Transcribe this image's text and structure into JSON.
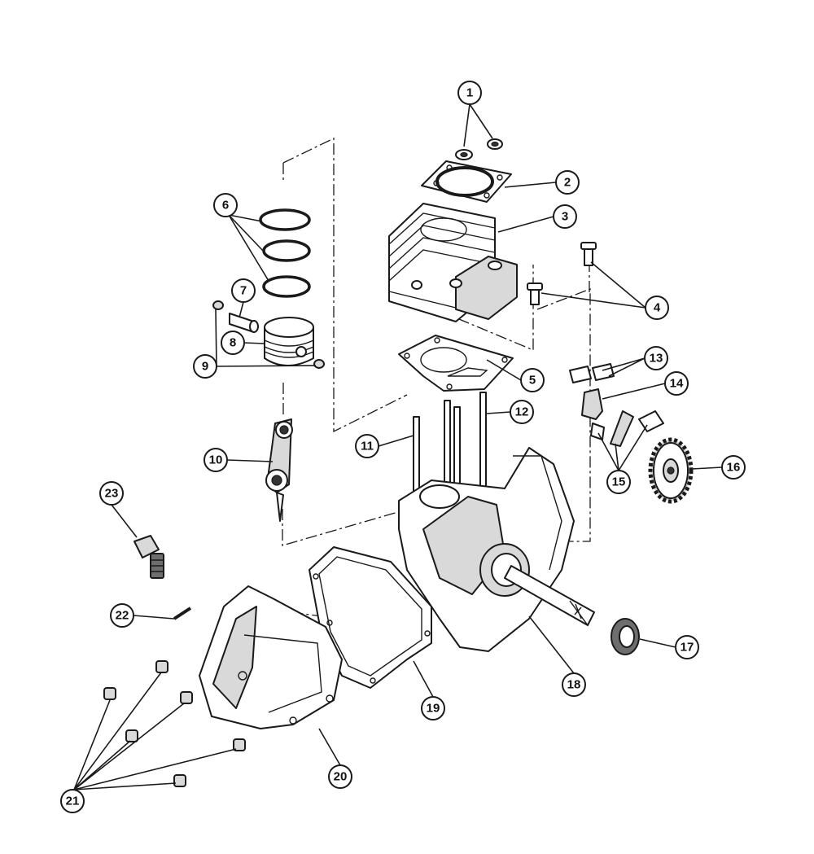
{
  "callouts": [
    {
      "id": "c1",
      "label": "1"
    },
    {
      "id": "c2",
      "label": "2"
    },
    {
      "id": "c3",
      "label": "3"
    },
    {
      "id": "c4",
      "label": "4"
    },
    {
      "id": "c5",
      "label": "5"
    },
    {
      "id": "c6",
      "label": "6"
    },
    {
      "id": "c7",
      "label": "7"
    },
    {
      "id": "c8",
      "label": "8"
    },
    {
      "id": "c9",
      "label": "9"
    },
    {
      "id": "c10",
      "label": "10"
    },
    {
      "id": "c11",
      "label": "11"
    },
    {
      "id": "c12",
      "label": "12"
    },
    {
      "id": "c13",
      "label": "13"
    },
    {
      "id": "c14",
      "label": "14"
    },
    {
      "id": "c15",
      "label": "15"
    },
    {
      "id": "c16",
      "label": "16"
    },
    {
      "id": "c17",
      "label": "17"
    },
    {
      "id": "c18",
      "label": "18"
    },
    {
      "id": "c19",
      "label": "19"
    },
    {
      "id": "c20",
      "label": "20"
    },
    {
      "id": "c21",
      "label": "21"
    },
    {
      "id": "c22",
      "label": "22"
    },
    {
      "id": "c23",
      "label": "23"
    }
  ]
}
